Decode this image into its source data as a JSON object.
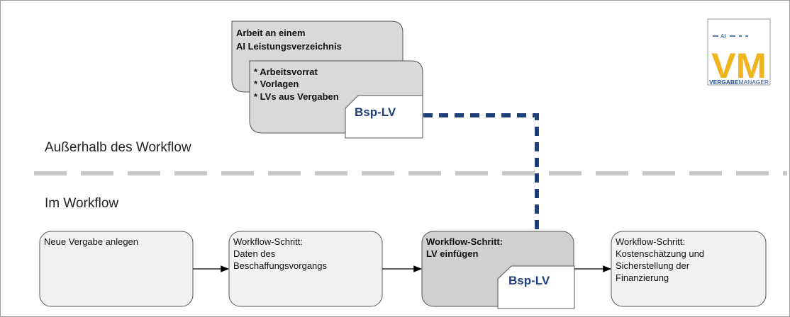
{
  "logo": {
    "top_text": "AI",
    "big_letters": "VM",
    "brand_bold": "VERGABE",
    "brand_light": "MANAGER"
  },
  "outside": {
    "back_card": {
      "title_line1": "Arbeit an einem",
      "title_line2": "AI Leistungsverzeichnis"
    },
    "front_card": {
      "items": [
        "* Arbeitsvorrat",
        "* Vorlagen",
        "* LVs aus Vergaben"
      ]
    },
    "document_label": "Bsp-LV"
  },
  "zones": {
    "outside_label": "Außerhalb des Workflow",
    "inside_label": "Im Workflow"
  },
  "workflow_steps": [
    {
      "lines": [
        "Neue Vergabe anlegen"
      ],
      "bold": false,
      "highlighted": false
    },
    {
      "lines": [
        "Workflow-Schritt:",
        "Daten des",
        "Beschaffungsvorgangs"
      ],
      "bold": false,
      "highlighted": false
    },
    {
      "lines": [
        "Workflow-Schritt:",
        "LV einfügen"
      ],
      "bold": true,
      "highlighted": true
    },
    {
      "lines": [
        "Workflow-Schritt:",
        "Kostenschätzung und",
        "Sicherstellung der",
        "Finanzierung"
      ],
      "bold": false,
      "highlighted": false
    }
  ],
  "inserted_document_label": "Bsp-LV",
  "colors": {
    "card_fill": "#d9d9d9",
    "step_fill": "#f2f2f2",
    "highlight_fill": "#d0d0d0",
    "connector": "#1f3f7a",
    "divider": "#c8c8c8",
    "logo_gold": "#f0b41e",
    "logo_blue": "#1f4f9c"
  }
}
